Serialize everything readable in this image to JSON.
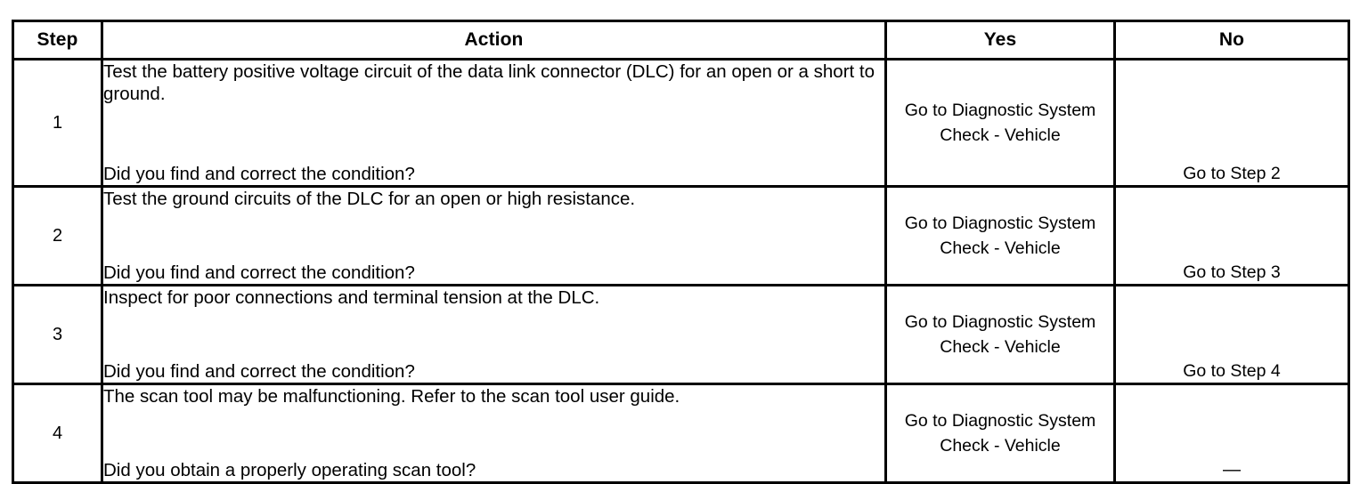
{
  "table": {
    "caption": "",
    "columns": [
      {
        "key": "step",
        "label": "Step"
      },
      {
        "key": "action",
        "label": "Action"
      },
      {
        "key": "yes",
        "label": "Yes"
      },
      {
        "key": "no",
        "label": "No"
      }
    ],
    "rows": [
      {
        "step": "1",
        "action_primary": "Test the battery positive voltage circuit of the data link connector (DLC) for an open or a short to ground.",
        "action_question": "Did you find and correct the condition?",
        "yes": "Go to Diagnostic System Check - Vehicle",
        "no": "Go to Step 2"
      },
      {
        "step": "2",
        "action_primary": "Test the ground circuits of the DLC for an open or high resistance.",
        "action_question": "Did you find and correct the condition?",
        "yes": "Go to Diagnostic System Check - Vehicle",
        "no": "Go to Step 3"
      },
      {
        "step": "3",
        "action_primary": "Inspect for poor connections and terminal tension at the DLC.",
        "action_question": "Did you find and correct the condition?",
        "yes": "Go to Diagnostic System Check - Vehicle",
        "no": "Go to Step 4"
      },
      {
        "step": "4",
        "action_primary": "The scan tool may be malfunctioning. Refer to the scan tool user guide.",
        "action_question": "Did you obtain a properly operating scan tool?",
        "yes": "Go to Diagnostic System Check - Vehicle",
        "no": "—"
      }
    ]
  },
  "style": {
    "text_color": "#000000",
    "border_color": "#000000",
    "background_color": "#ffffff"
  }
}
